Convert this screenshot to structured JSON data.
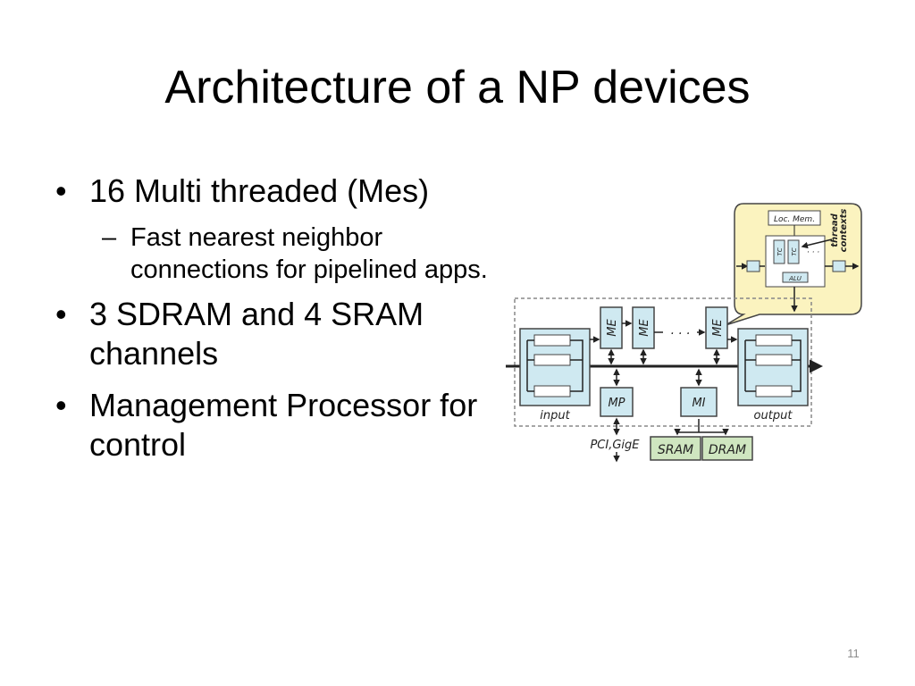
{
  "slide": {
    "title": "Architecture of a NP devices",
    "bullets": [
      {
        "text": "16  Multi threaded (Mes)",
        "sub": [
          " Fast nearest neighbor connections for pipelined apps."
        ]
      },
      {
        "text": "3 SDRAM and 4 SRAM channels",
        "sub": []
      },
      {
        "text": "Management Processor for control",
        "sub": []
      }
    ],
    "page_number": "11"
  },
  "diagram": {
    "labels": {
      "me": "ME",
      "input": "input",
      "output": "output",
      "mp": "MP",
      "mi": "MI",
      "pci": "PCI,GigE",
      "sram": "SRAM",
      "dram": "DRAM",
      "loc_mem": "Loc. Mem.",
      "tc": "TC",
      "alu": "ALU",
      "thread": "thread",
      "contexts": "contexts",
      "ellipsis": "· · ·"
    },
    "colors": {
      "box_fill": "#cfe9f1",
      "memory_fill": "#cfe6c0",
      "callout_fill": "#fbf3bf",
      "dashed_border": "#888888"
    }
  }
}
